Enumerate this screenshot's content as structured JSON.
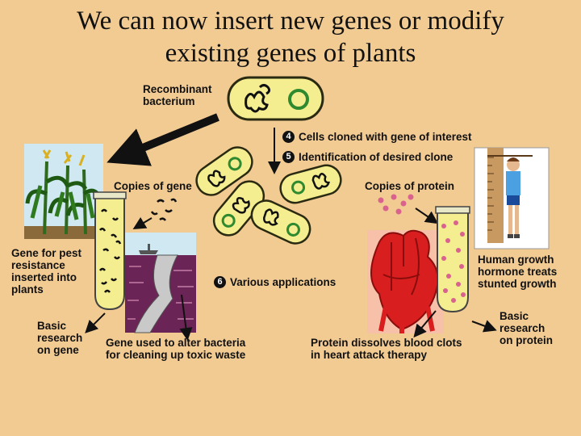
{
  "title": "We can now insert new genes or modify existing genes of plants",
  "title_lines": [
    "We can now insert new genes or modify",
    "existing genes of plants"
  ],
  "labels": {
    "recombinant": [
      "Recombinant",
      "bacterium"
    ],
    "copies_gene": "Copies of gene",
    "copies_protein": "Copies of protein",
    "pest": [
      "Gene for pest",
      "resistance",
      "inserted into",
      "plants"
    ],
    "basic_gene": [
      "Basic",
      "research",
      "on gene"
    ],
    "toxic": [
      "Gene used to alter bacteria",
      "for cleaning up toxic waste"
    ],
    "clot": [
      "Protein dissolves blood clots",
      "in heart attack therapy"
    ],
    "hormone": [
      "Human growth",
      "hormone treats",
      "stunted growth"
    ],
    "basic_protein": [
      "Basic",
      "research",
      "on protein"
    ]
  },
  "steps": [
    {
      "number": "4",
      "text": "Cells cloned with gene of interest"
    },
    {
      "number": "5",
      "text": "Identification of desired clone"
    },
    {
      "number": "6",
      "text": "Various applications"
    }
  ],
  "colors": {
    "background": "#f2cb93",
    "bacterium_fill": "#f4ee90",
    "bacterium_outline": "#2a2a12",
    "plasmid": "#2f8a2f",
    "protein_dot": "#d9638d",
    "heart": "#d81e1e",
    "water": "#5c1f4c",
    "sky": "#cfe8f2"
  }
}
